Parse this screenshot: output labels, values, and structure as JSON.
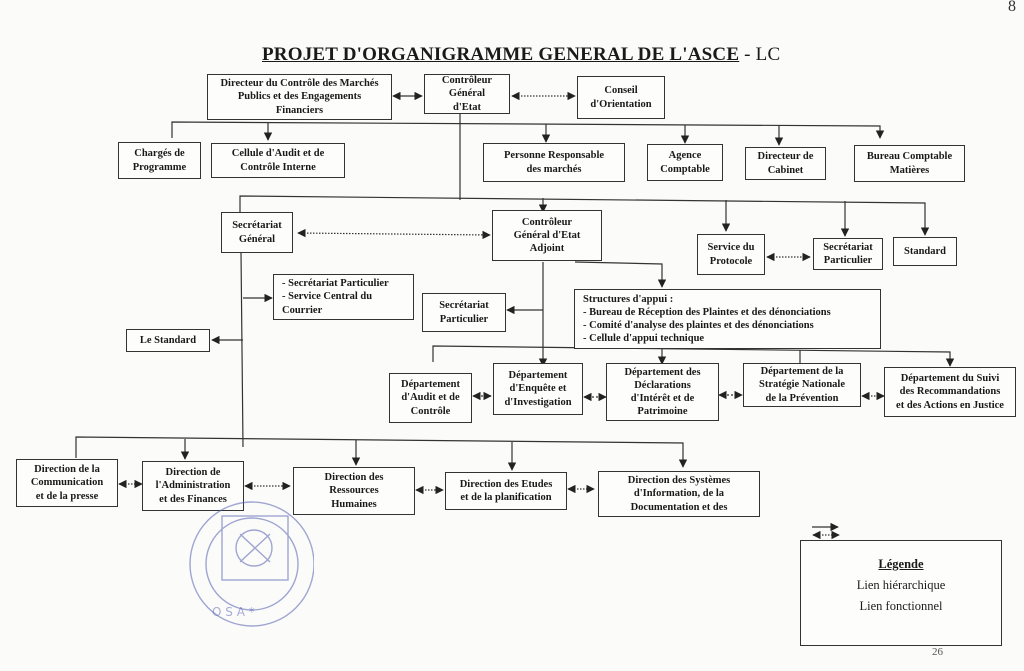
{
  "title": {
    "main": "PROJET D'ORGANIGRAMME GENERAL DE L'ASCE",
    "suffix": " - LC"
  },
  "corner_mark": "8",
  "page_number": "26",
  "colors": {
    "line": "#333333",
    "stamp": "#5560b0"
  },
  "boxes": {
    "directeur_controle_marches": "Directeur du Contrôle des Marchés\nPublics et des Engagements\nFinanciers",
    "controleur_general": "Contrôleur\nGénéral\nd'Etat",
    "conseil_orientation": "Conseil\nd'Orientation",
    "charges_programme": "Chargés de\nProgramme",
    "cellule_audit": "Cellule d'Audit et de\nContrôle Interne",
    "personne_responsable": "Personne Responsable\ndes marchés",
    "agence_comptable": "Agence\nComptable",
    "directeur_cabinet": "Directeur de\nCabinet",
    "bureau_comptable": "Bureau Comptable\nMatières",
    "secretariat_general": "Secrétariat\nGénéral",
    "controleur_adjoint": "Contrôleur\nGénéral d'Etat\nAdjoint",
    "service_protocole": "Service du\nProtocole",
    "secretariat_particulier_top": "Secrétariat\nParticulier",
    "standard": "Standard",
    "sg_services": "- Secrétariat Particulier\n- Service Central du\n   Courrier",
    "secretariat_particulier_adj": "Secrétariat\nParticulier",
    "le_standard": "Le Standard",
    "structures_appui": "Structures d'appui :\n- Bureau de Réception des Plaintes et des dénonciations\n- Comité d'analyse des plaintes et des dénonciations\n- Cellule d'appui technique",
    "dept_audit": "Département\nd'Audit et de\nContrôle",
    "dept_enquete": "Département\nd'Enquête et\nd'Investigation",
    "dept_declarations": "Département des\nDéclarations\nd'Intérêt et de\nPatrimoine",
    "dept_strategie": "Département de la\nStratégie Nationale\nde la Prévention",
    "dept_suivi": "Département du Suivi\ndes Recommandations\net des Actions en Justice",
    "dir_communication": "Direction de la\nCommunication\net de la presse",
    "dir_administration": "Direction de\nl'Administration\net des Finances",
    "dir_rh": "Direction des\nRessources\nHumaines",
    "dir_etudes": "Direction des Etudes\net de la planification",
    "dir_systemes": "Direction des Systèmes\nd'Information, de la\nDocumentation et des"
  },
  "legend": {
    "title": "Légende",
    "items": [
      "Lien hiérarchique",
      "Lien  fonctionnel"
    ]
  }
}
